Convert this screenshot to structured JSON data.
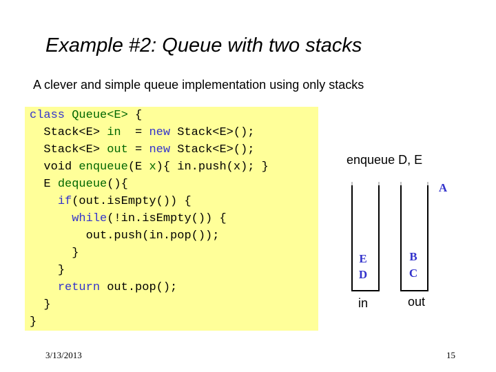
{
  "slide": {
    "title": "Example #2: Queue with two stacks",
    "subtitle": "A clever and simple queue implementation using only stacks"
  },
  "code": {
    "line1": {
      "kw": "class",
      "sp": " ",
      "type": "Queue<E>",
      "rest": " {"
    },
    "line2": {
      "indent": "  ",
      "type": "Stack<E>",
      "sp": " ",
      "var": "in",
      "eq": "  = ",
      "kw": "new",
      "rest": " Stack<E>();"
    },
    "line3": {
      "indent": "  ",
      "type": "Stack<E>",
      "sp": " ",
      "var": "out",
      "eq": " = ",
      "kw": "new",
      "rest": " Stack<E>();"
    },
    "line4": {
      "indent": "  ",
      "kw": "void",
      "sp": " ",
      "fn": "enqueue",
      "a": "(E ",
      "var": "x",
      "rest": "){ in.push(x); }"
    },
    "line5": {
      "indent": "  ",
      "type": "E",
      "sp": " ",
      "fn": "dequeue",
      "rest": "(){"
    },
    "line6": {
      "indent": "    ",
      "kw": "if",
      "rest": "(out.isEmpty()) {"
    },
    "line7": {
      "indent": "      ",
      "kw": "while",
      "rest": "(!in.isEmpty()) {"
    },
    "line8": {
      "indent": "        ",
      "rest": "out.push(in.pop());"
    },
    "line9": {
      "indent": "      ",
      "rest": "}"
    },
    "line10": {
      "indent": "    ",
      "rest": "}"
    },
    "line11": {
      "indent": "    ",
      "kw": "return",
      "rest": " out.pop();"
    },
    "line12": {
      "indent": "  ",
      "rest": "}"
    },
    "line13": {
      "rest": "}"
    }
  },
  "diagram": {
    "operation": "enqueue D, E",
    "incoming": "A",
    "in_stack": {
      "label": "in",
      "items": [
        "E",
        "D"
      ]
    },
    "out_stack": {
      "label": "out",
      "items": [
        "B",
        "C"
      ]
    }
  },
  "footer": {
    "date": "3/13/2013",
    "page": "15"
  },
  "colors": {
    "code_background": "#ffff99",
    "keyword": "#3333cc",
    "identifier": "#006600",
    "stack_element": "#3333cc"
  }
}
